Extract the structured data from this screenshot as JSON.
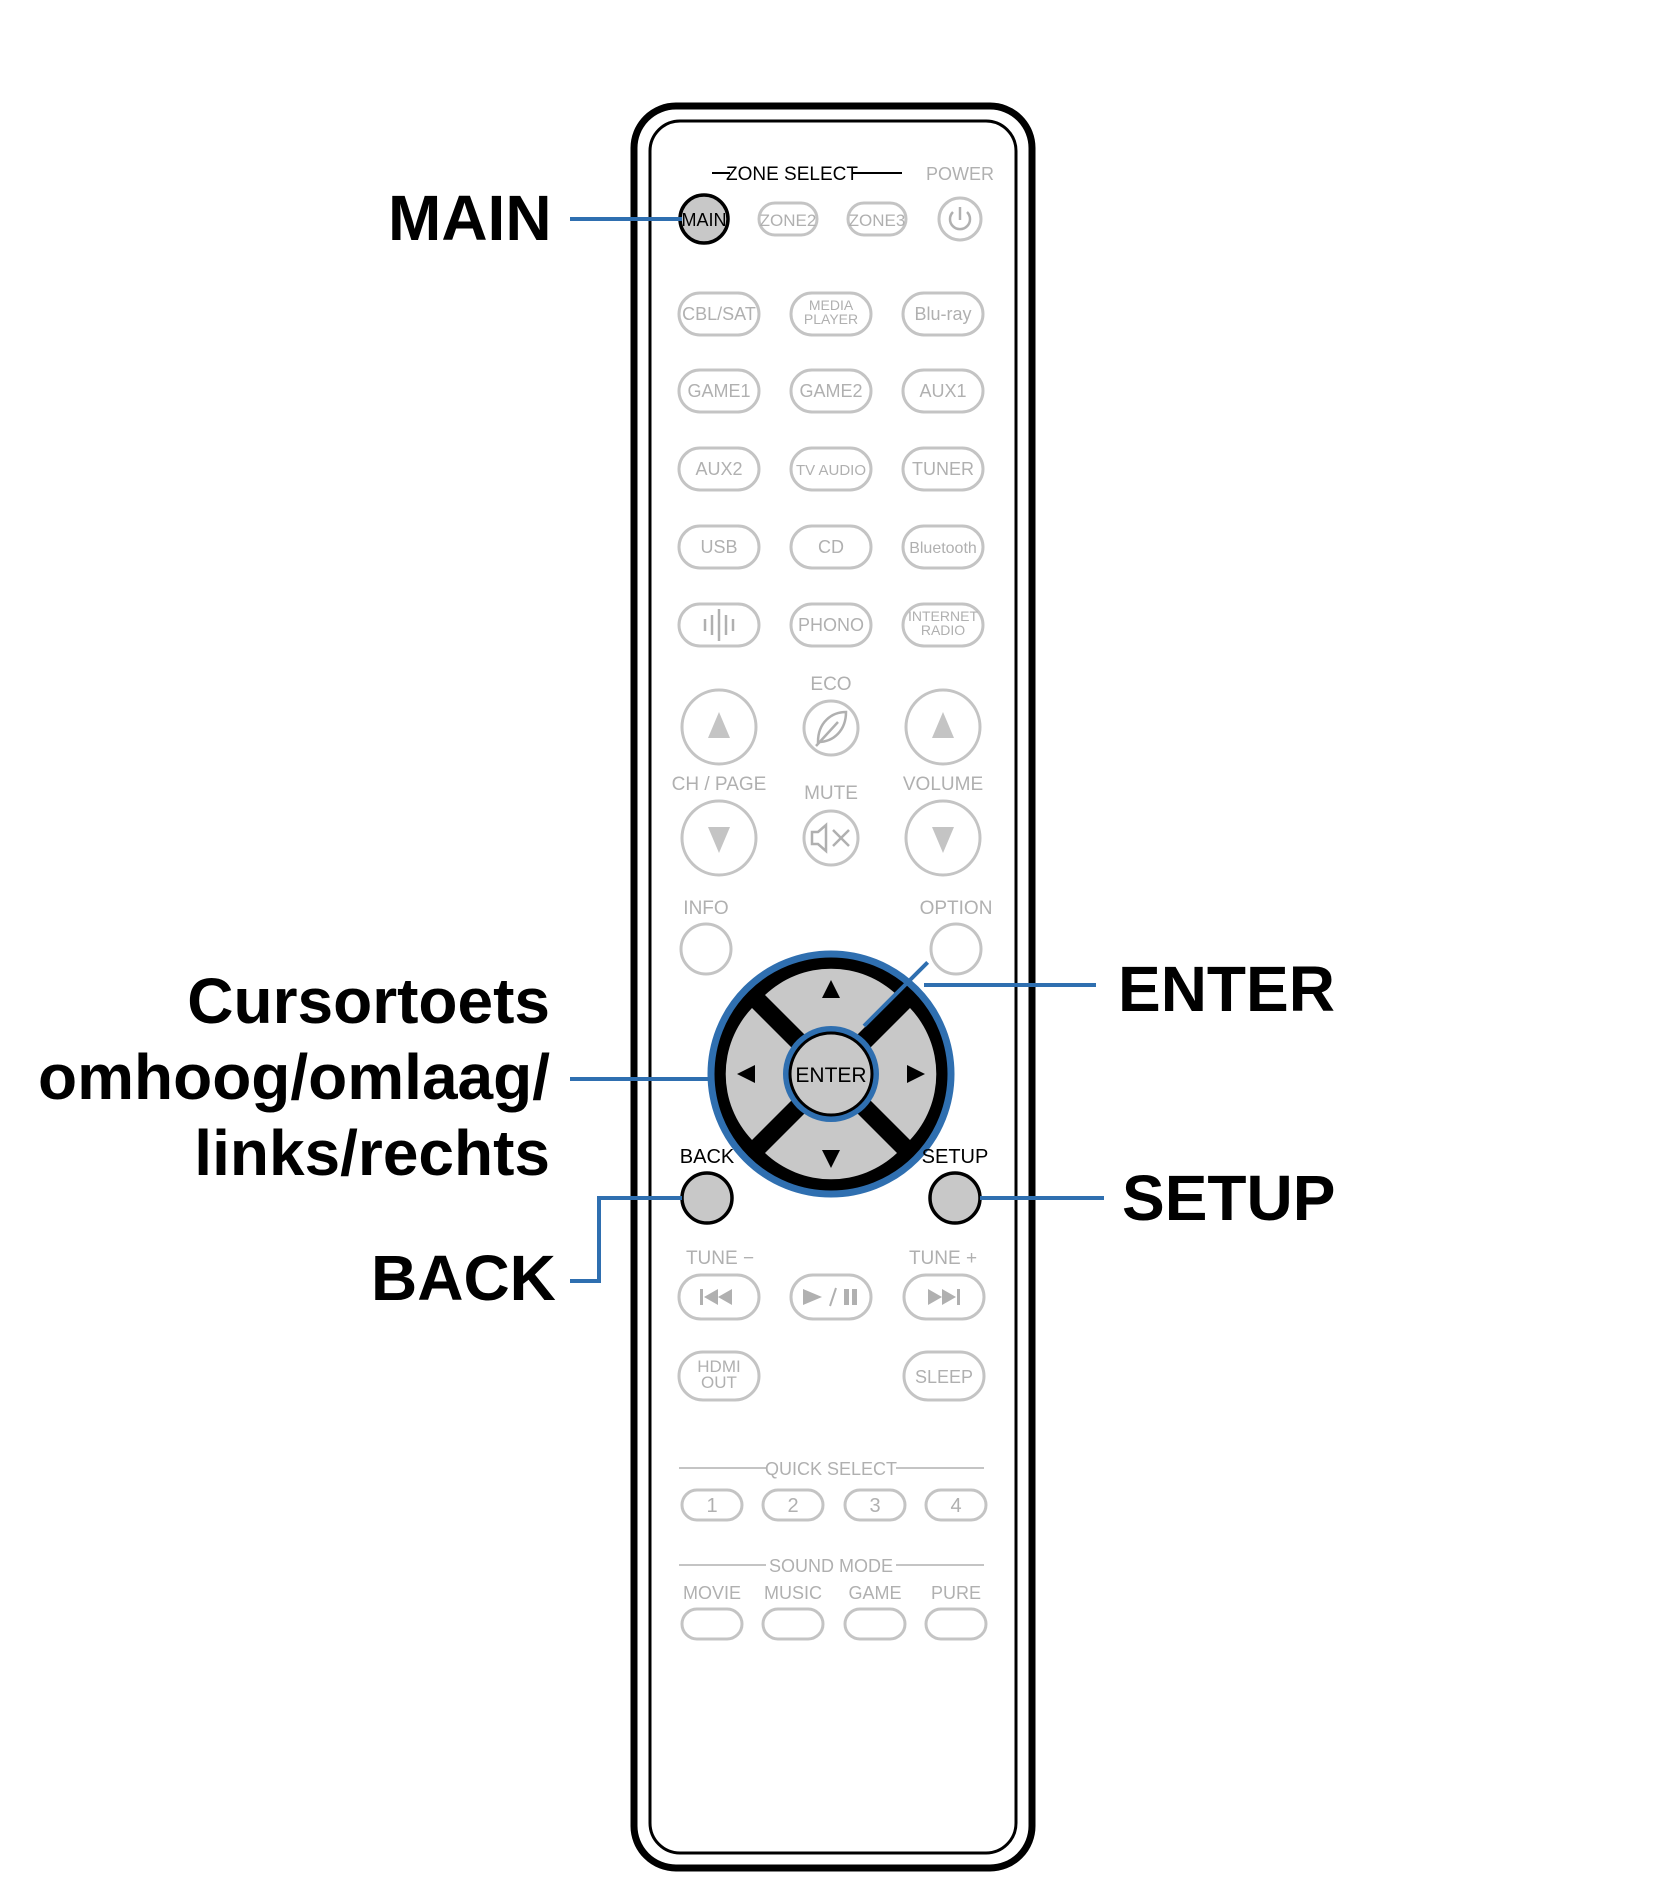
{
  "callouts": {
    "main": "MAIN",
    "cursor_line1": "Cursortoets",
    "cursor_line2": "omhoog/omlaag/",
    "cursor_line3": "links/rechts",
    "back": "BACK",
    "enter": "ENTER",
    "setup": "SETUP"
  },
  "remote": {
    "zone_select": "ZONE SELECT",
    "power": "POWER",
    "main": "MAIN",
    "zone2": "ZONE2",
    "zone3": "ZONE3",
    "sources": [
      [
        "CBL/SAT",
        "MEDIA PLAYER",
        "Blu-ray"
      ],
      [
        "GAME1",
        "GAME2",
        "AUX1"
      ],
      [
        "AUX2",
        "TV AUDIO",
        "TUNER"
      ],
      [
        "USB",
        "CD",
        "Bluetooth"
      ],
      [
        "",
        "PHONO",
        "INTERNET RADIO"
      ]
    ],
    "eco": "ECO",
    "ch_page": "CH / PAGE",
    "mute": "MUTE",
    "volume": "VOLUME",
    "info": "INFO",
    "option": "OPTION",
    "enter": "ENTER",
    "back": "BACK",
    "setup": "SETUP",
    "tune_minus": "TUNE −",
    "tune_plus": "TUNE +",
    "hdmi_out": "HDMI OUT",
    "sleep": "SLEEP",
    "quick_select": "QUICK SELECT",
    "quick_numbers": [
      "1",
      "2",
      "3",
      "4"
    ],
    "sound_mode": "SOUND MODE",
    "sound_modes": [
      "MOVIE",
      "MUSIC",
      "GAME",
      "PURE"
    ],
    "colors": {
      "highlight_blue": "#2f6fb0",
      "button_fill": "#c8c8c8",
      "faint_outline": "#c4c4c4",
      "faint_text": "#b0b0b0"
    }
  }
}
